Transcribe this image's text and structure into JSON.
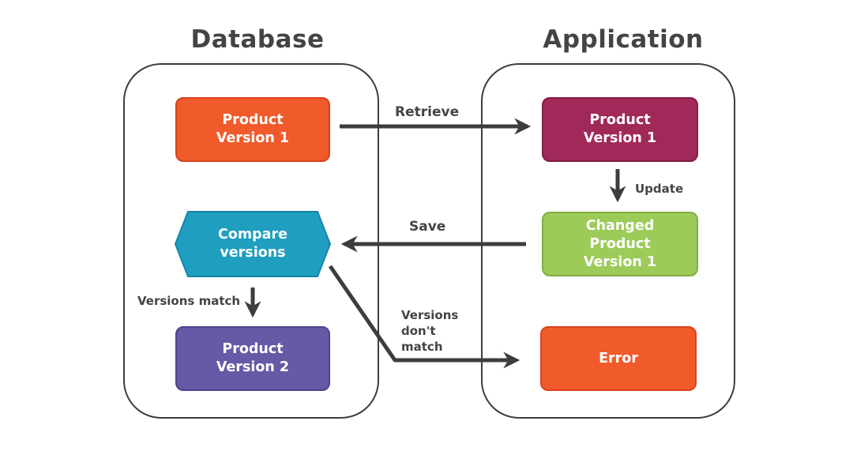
{
  "db_panel": {
    "title": "Database"
  },
  "app_panel": {
    "title": "Application"
  },
  "nodes": {
    "db_product_v1": {
      "text": "Product\nVersion 1",
      "color": "#f15a2b",
      "border": "#d9431b"
    },
    "compare": {
      "text": "Compare\nversions",
      "color": "#1f9ec0",
      "border": "#1586a5"
    },
    "db_product_v2": {
      "text": "Product\nVersion 2",
      "color": "#645aa6",
      "border": "#4e4590"
    },
    "app_product_v1": {
      "text": "Product\nVersion 1",
      "color": "#a1295a",
      "border": "#851d47"
    },
    "changed_product": {
      "text": "Changed\nProduct\nVersion 1",
      "color": "#9ccb59",
      "border": "#7fae41"
    },
    "error": {
      "text": "Error",
      "color": "#f15a2b",
      "border": "#d9431b"
    }
  },
  "edges": {
    "retrieve": "Retrieve",
    "update": "Update",
    "save": "Save",
    "versions_match": "Versions match",
    "versions_dont_match": "Versions\ndon't\nmatch"
  },
  "colors": {
    "arrow": "#3d3d3d",
    "text": "#444444"
  }
}
